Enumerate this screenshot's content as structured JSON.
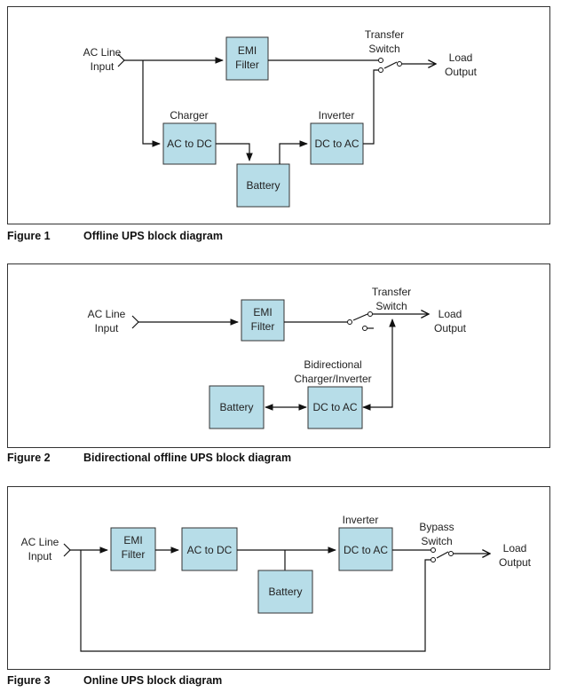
{
  "figures": [
    {
      "number": "Figure 1",
      "caption": "Offline UPS block diagram",
      "ac_line": [
        "AC Line",
        "Input"
      ],
      "emi": [
        "EMI",
        "Filter"
      ],
      "charger_label": "Charger",
      "ac_to_dc": "AC to DC",
      "inverter_label": "Inverter",
      "dc_to_ac": "DC to AC",
      "battery": "Battery",
      "switch_label": [
        "Transfer",
        "Switch"
      ],
      "load": [
        "Load",
        "Output"
      ]
    },
    {
      "number": "Figure 2",
      "caption": "Bidirectional offline UPS block diagram",
      "ac_line": [
        "AC Line",
        "Input"
      ],
      "emi": [
        "EMI",
        "Filter"
      ],
      "converter_label": [
        "Bidirectional",
        "Charger/Inverter"
      ],
      "dc_to_ac": "DC to AC",
      "battery": "Battery",
      "switch_label": [
        "Transfer",
        "Switch"
      ],
      "load": [
        "Load",
        "Output"
      ]
    },
    {
      "number": "Figure 3",
      "caption": "Online UPS block diagram",
      "ac_line": [
        "AC Line",
        "Input"
      ],
      "emi": [
        "EMI",
        "Filter"
      ],
      "ac_to_dc": "AC to DC",
      "inverter_label": "Inverter",
      "dc_to_ac": "DC to AC",
      "battery": "Battery",
      "switch_label": [
        "Bypass",
        "Switch"
      ],
      "load": [
        "Load",
        "Output"
      ]
    }
  ]
}
